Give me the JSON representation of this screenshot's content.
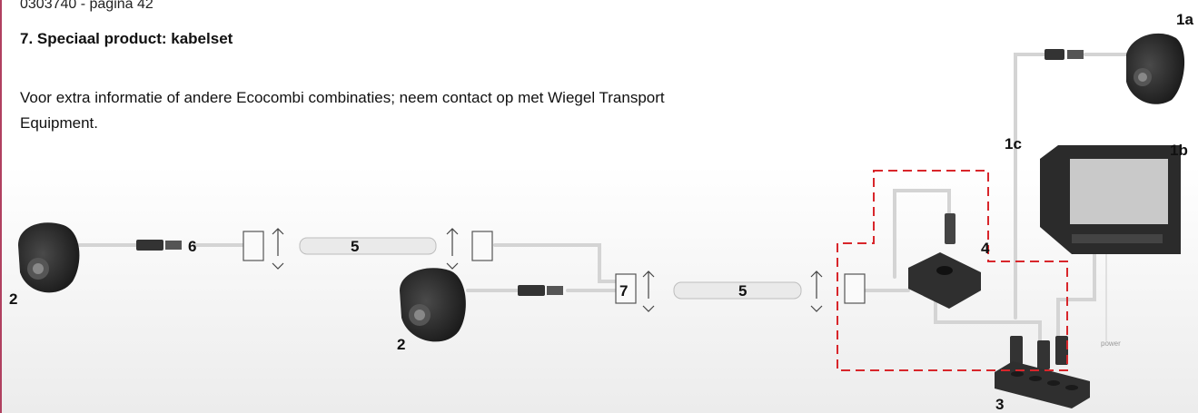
{
  "header": {
    "page_ref": "0303740 - pagina 42",
    "section_title": "7. Speciaal product: kabelset"
  },
  "body": {
    "text": "Voor extra informatie of andere Ecocombi combinaties; neem contact op met Wiegel Transport Equipment."
  },
  "diagram": {
    "labels": {
      "label_1a": "1a",
      "label_1b": "1b",
      "label_1c": "1c",
      "label_2_left": "2",
      "label_2_mid": "2",
      "label_3": "3",
      "label_4": "4",
      "label_5_top": "5",
      "label_5_bottom": "5",
      "label_6": "6",
      "label_7": "7",
      "power": "power"
    },
    "colors": {
      "dashed_outline": "#d8262b",
      "cable": "#d6d6d6",
      "device": "#2b2b2b",
      "monitor_screen": "#c9c9c9"
    }
  }
}
